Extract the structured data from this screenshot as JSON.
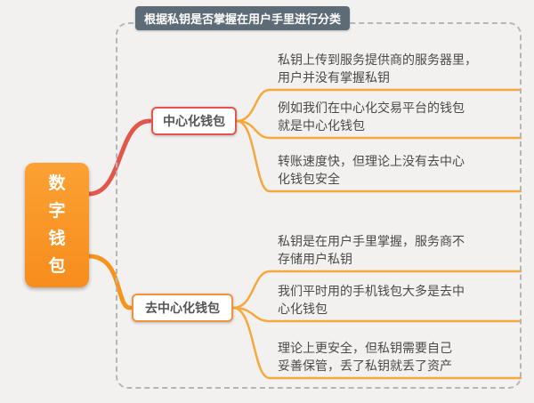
{
  "title": {
    "label": "根据私钥是否掌握在用户手里进行分类"
  },
  "root": {
    "label": "数字钱包"
  },
  "branches": [
    {
      "label": "中心化钱包",
      "leaves": [
        "私钥上传到服务提供商的服务器里，用户并没有掌握私钥",
        "例如我们在中心化交易平台的钱包就是中心化钱包",
        "转账速度快，但理论上没有去中心化钱包安全"
      ]
    },
    {
      "label": "去中心化钱包",
      "leaves": [
        "私钥是在用户手里掌握，服务商不存储用户私钥",
        "我们平时用的手机钱包大多是去中心化钱包",
        "理论上更安全，但私钥需要自己妥善保管，丢了私钥就丢了资产"
      ]
    }
  ],
  "colors": {
    "root_bg": "#f78d1d",
    "branch1_line": "#e2574c",
    "branch2_line": "#f7941d",
    "leaf_line": "#f5a83c",
    "branch1_border": "#e2574c",
    "branch2_border": "#f0933a",
    "title_bg": "#5d6b76",
    "dashed_border": "#b3b7ba"
  }
}
